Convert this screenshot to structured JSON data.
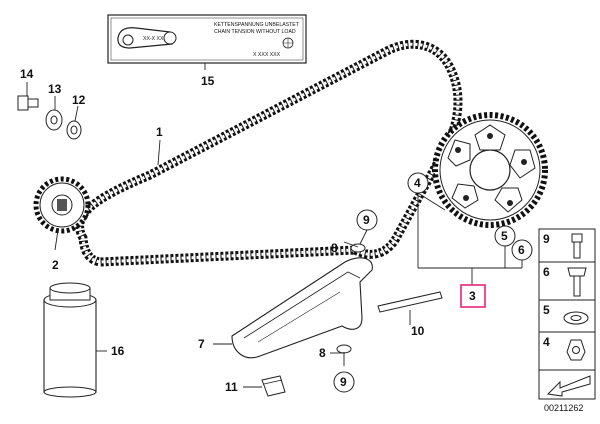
{
  "sticker": {
    "line1": "KETTENSPANNUNG UNBELASTET",
    "line2": "CHAIN TENSION WITHOUT LOAD",
    "small_text": "XX-X XX",
    "part_code": "X XXX XXX"
  },
  "callouts": {
    "p1": "1",
    "p2": "2",
    "p3": "3",
    "p4": "4",
    "p5": "5",
    "p6": "6",
    "p7": "7",
    "p8a": "8",
    "p8b": "8",
    "p9a": "9",
    "p9b": "9",
    "p10": "10",
    "p11": "11",
    "p12": "12",
    "p13": "13",
    "p14": "14",
    "p15": "15",
    "p16": "16"
  },
  "sidebar": {
    "s9": "9",
    "s6": "6",
    "s5": "5",
    "s4": "4"
  },
  "diagram_id": "00211262",
  "colors": {
    "highlight": "#e8247a",
    "line": "#222222",
    "part_fill": "#ffffff",
    "shade": "#d8d8d8"
  }
}
